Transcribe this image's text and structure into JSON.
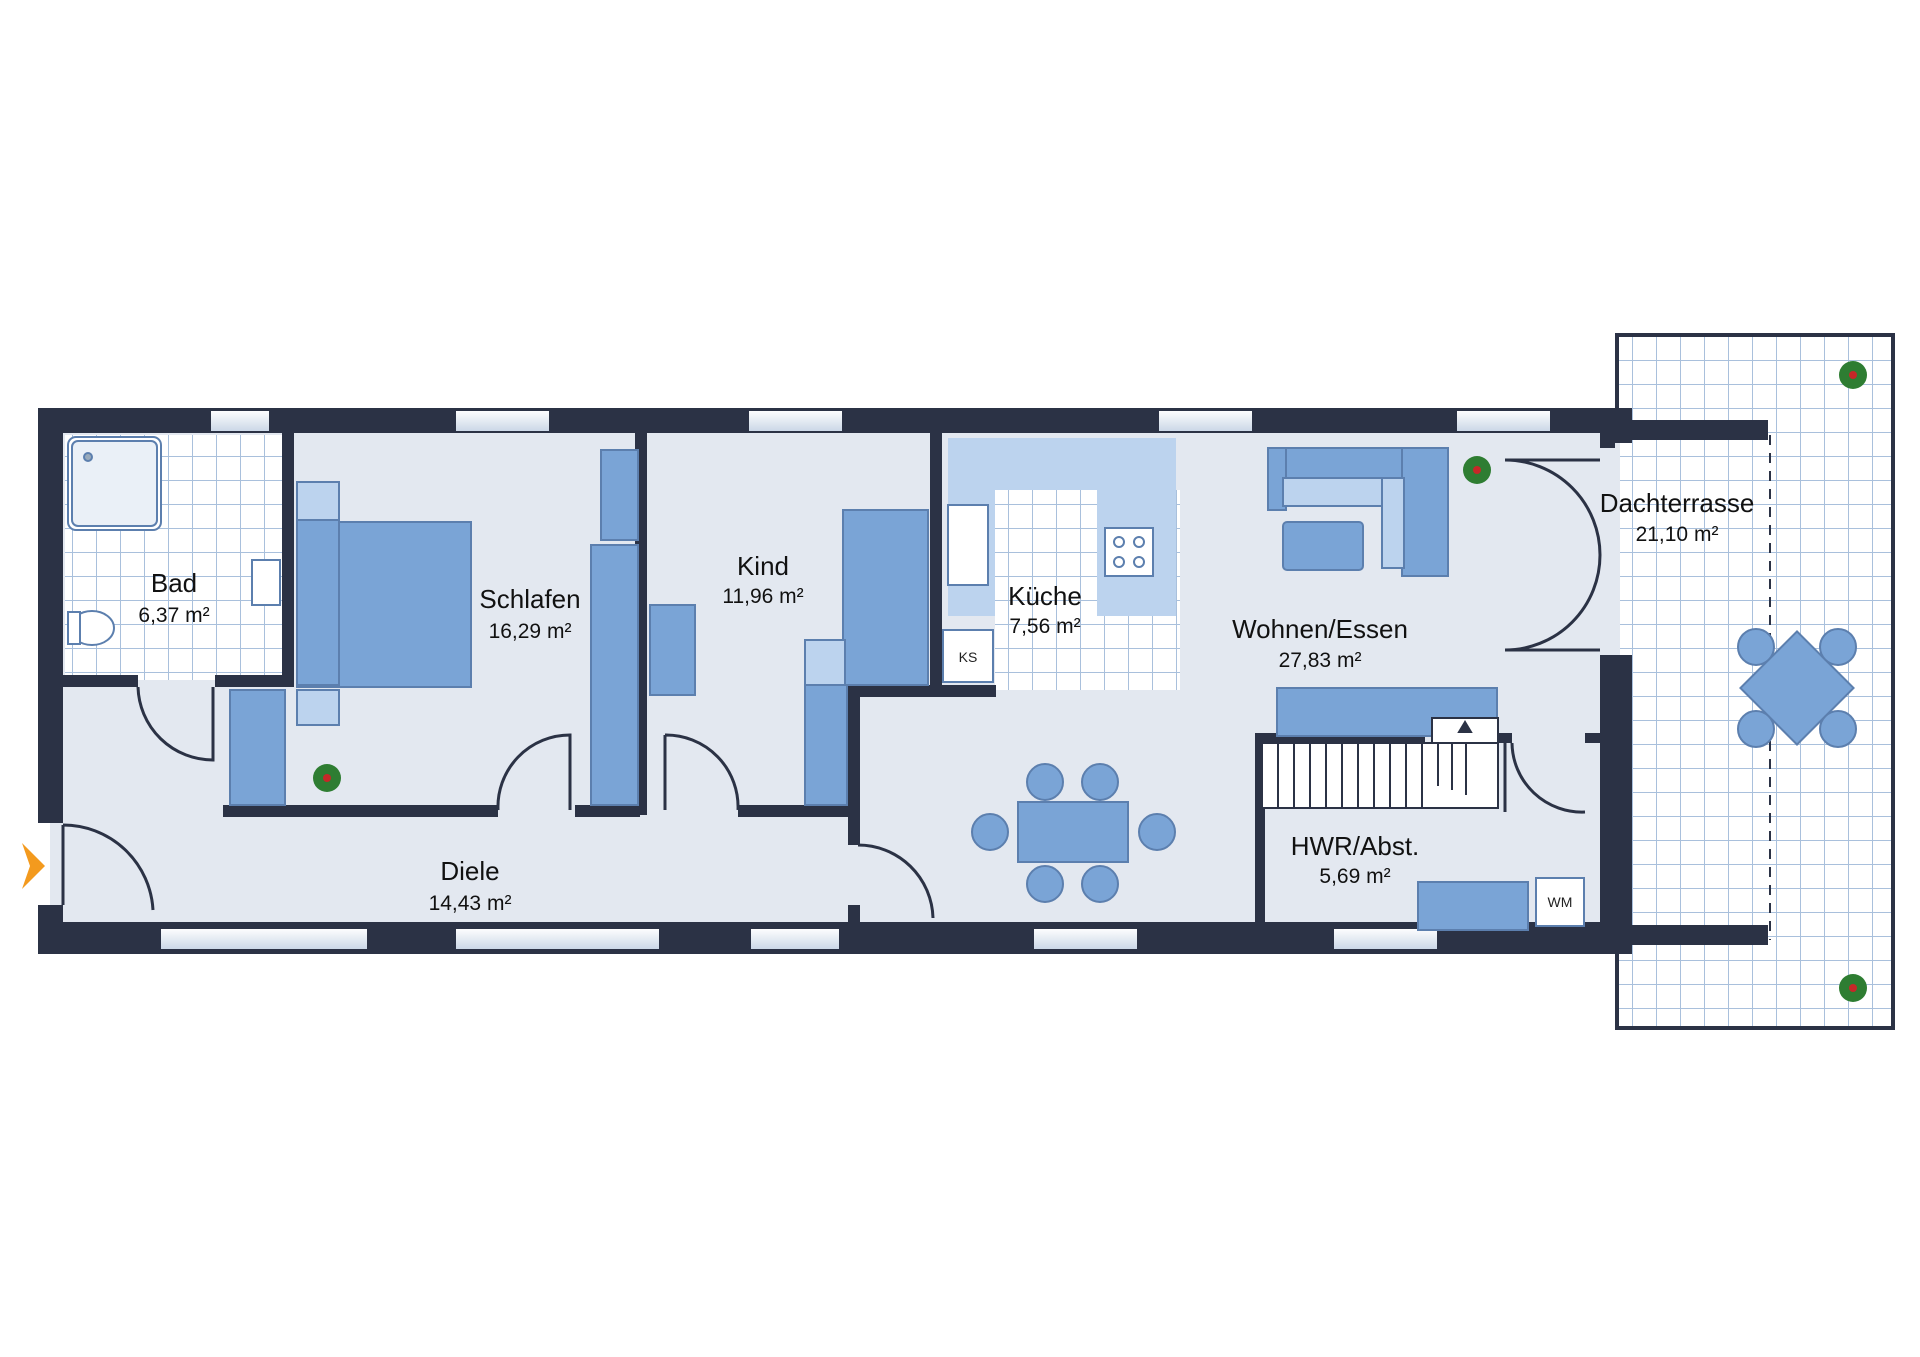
{
  "rooms": {
    "bad": {
      "name": "Bad",
      "area": "6,37 m²"
    },
    "schlafen": {
      "name": "Schlafen",
      "area": "16,29 m²"
    },
    "kind": {
      "name": "Kind",
      "area": "11,96 m²"
    },
    "kueche": {
      "name": "Küche",
      "area": "7,56 m²"
    },
    "wohnen": {
      "name": "Wohnen/Essen",
      "area": "27,83 m²"
    },
    "dachterrasse": {
      "name": "Dachterrasse",
      "area": "21,10 m²"
    },
    "hwr": {
      "name": "HWR/Abst.",
      "area": "5,69 m²"
    },
    "diele": {
      "name": "Diele",
      "area": "14,43 m²"
    }
  },
  "appliances": {
    "fridge": "KS",
    "washer": "WM"
  },
  "colors": {
    "wall": "#2b3245",
    "floor": "#e3e8f0",
    "furniture": "#7aa4d6",
    "furniture_light": "#bcd3ee",
    "tile_grid": "#a9c0dc",
    "entrance_arrow": "#f39a1e"
  }
}
